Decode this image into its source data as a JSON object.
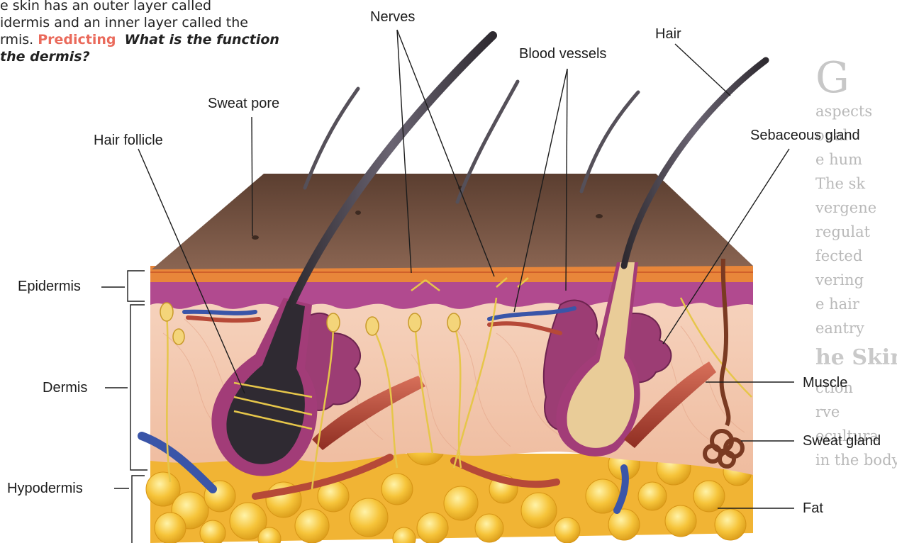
{
  "caption": {
    "line1": "e skin has an outer layer called",
    "line2": "idermis and an inner layer called the",
    "line3_prefix": "rmis.",
    "keyword": "Predicting",
    "question_part1": "What is the function",
    "line4": "the dermis?"
  },
  "labels": {
    "nerves": "Nerves",
    "hair": "Hair",
    "blood_vessels": "Blood vessels",
    "sweat_pore": "Sweat pore",
    "hair_follicle": "Hair follicle",
    "sebaceous_gland": "Sebaceous gland",
    "epidermis": "Epidermis",
    "dermis": "Dermis",
    "hypodermis": "Hypodermis",
    "muscle": "Muscle",
    "sweat_gland": "Sweat gland",
    "fat": "Fat"
  },
  "background_text": {
    "letter": "G",
    "lines": [
      "aspects",
      "onal",
      "e hum",
      "The sk",
      "vergene",
      "regulat",
      "fected",
      "vering",
      "e hair",
      "eantry"
    ],
    "heading": "he Skin",
    "lines2": [
      "ction",
      "rve",
      "ecultura",
      "in the body"
    ]
  },
  "colors": {
    "keyword": "#ea6a5b",
    "surface": "#6a4b3c",
    "epidermis": "#e8863a",
    "dermis": "#f3c8b0",
    "fat": "#f3bd2c",
    "gland": "#9c3d74",
    "muscle": "#b64938",
    "vein": "#3a55a8",
    "nerve": "#e6c64a"
  }
}
